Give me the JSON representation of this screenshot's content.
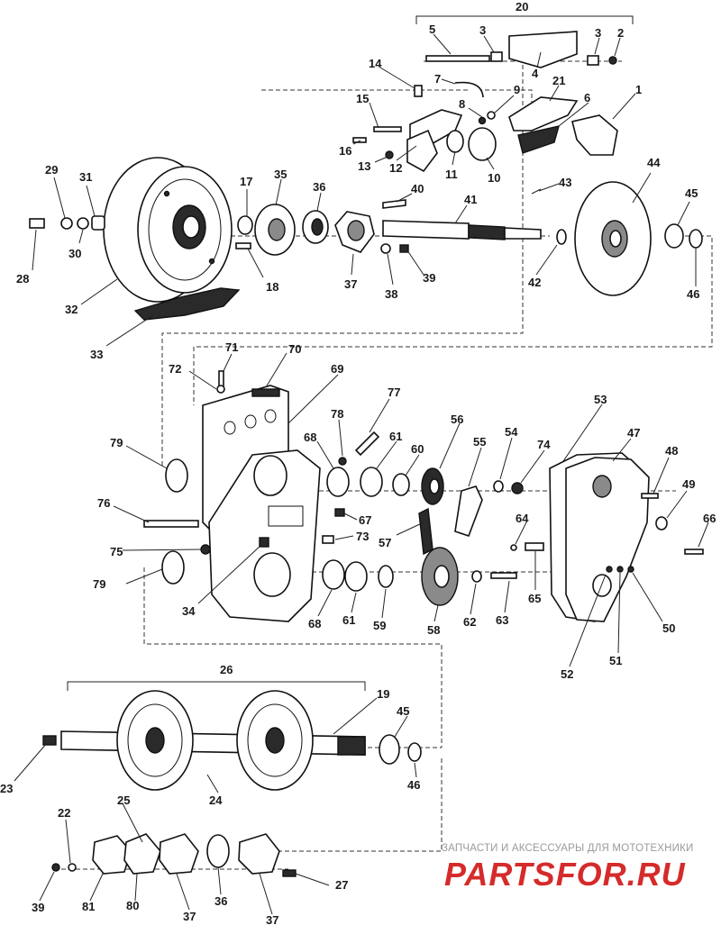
{
  "callouts": [
    {
      "n": "1"
    },
    {
      "n": "2"
    },
    {
      "n": "3a",
      "text": "3"
    },
    {
      "n": "3b",
      "text": "3"
    },
    {
      "n": "4"
    },
    {
      "n": "5"
    },
    {
      "n": "6"
    },
    {
      "n": "7"
    },
    {
      "n": "8"
    },
    {
      "n": "9"
    },
    {
      "n": "10"
    },
    {
      "n": "11"
    },
    {
      "n": "12"
    },
    {
      "n": "13"
    },
    {
      "n": "14"
    },
    {
      "n": "15"
    },
    {
      "n": "16"
    },
    {
      "n": "17"
    },
    {
      "n": "18"
    },
    {
      "n": "19"
    },
    {
      "n": "20"
    },
    {
      "n": "21"
    },
    {
      "n": "22"
    },
    {
      "n": "23"
    },
    {
      "n": "24"
    },
    {
      "n": "25"
    },
    {
      "n": "26"
    },
    {
      "n": "27"
    },
    {
      "n": "28"
    },
    {
      "n": "29"
    },
    {
      "n": "30"
    },
    {
      "n": "31"
    },
    {
      "n": "32"
    },
    {
      "n": "33"
    },
    {
      "n": "34"
    },
    {
      "n": "35"
    },
    {
      "n": "36a",
      "text": "36"
    },
    {
      "n": "36b",
      "text": "36"
    },
    {
      "n": "37a",
      "text": "37"
    },
    {
      "n": "37b",
      "text": "37"
    },
    {
      "n": "37c",
      "text": "37"
    },
    {
      "n": "38"
    },
    {
      "n": "39a",
      "text": "39"
    },
    {
      "n": "39b",
      "text": "39"
    },
    {
      "n": "40"
    },
    {
      "n": "41"
    },
    {
      "n": "42"
    },
    {
      "n": "43"
    },
    {
      "n": "44"
    },
    {
      "n": "45a",
      "text": "45"
    },
    {
      "n": "45b",
      "text": "45"
    },
    {
      "n": "46a",
      "text": "46"
    },
    {
      "n": "46b",
      "text": "46"
    },
    {
      "n": "47"
    },
    {
      "n": "48"
    },
    {
      "n": "49"
    },
    {
      "n": "50"
    },
    {
      "n": "51"
    },
    {
      "n": "52"
    },
    {
      "n": "53"
    },
    {
      "n": "54"
    },
    {
      "n": "55"
    },
    {
      "n": "56"
    },
    {
      "n": "57"
    },
    {
      "n": "58"
    },
    {
      "n": "59"
    },
    {
      "n": "60"
    },
    {
      "n": "61a",
      "text": "61"
    },
    {
      "n": "61b",
      "text": "61"
    },
    {
      "n": "62"
    },
    {
      "n": "63"
    },
    {
      "n": "64"
    },
    {
      "n": "65"
    },
    {
      "n": "66"
    },
    {
      "n": "67"
    },
    {
      "n": "68a",
      "text": "68"
    },
    {
      "n": "68b",
      "text": "68"
    },
    {
      "n": "69"
    },
    {
      "n": "70"
    },
    {
      "n": "71"
    },
    {
      "n": "72"
    },
    {
      "n": "73"
    },
    {
      "n": "74"
    },
    {
      "n": "75"
    },
    {
      "n": "76"
    },
    {
      "n": "77"
    },
    {
      "n": "78"
    },
    {
      "n": "79a",
      "text": "79"
    },
    {
      "n": "79b",
      "text": "79"
    },
    {
      "n": "80"
    },
    {
      "n": "81"
    }
  ],
  "watermark": {
    "tagline": "ЗАПЧАСТИ И АКСЕССУАРЫ ДЛЯ МОТОТЕХНИКИ",
    "brand": "PARTSFOR.RU"
  },
  "colors": {
    "ink": "#1a1a1a",
    "watermark_red": "#d52b2b",
    "watermark_grey": "#9a9a9a"
  }
}
